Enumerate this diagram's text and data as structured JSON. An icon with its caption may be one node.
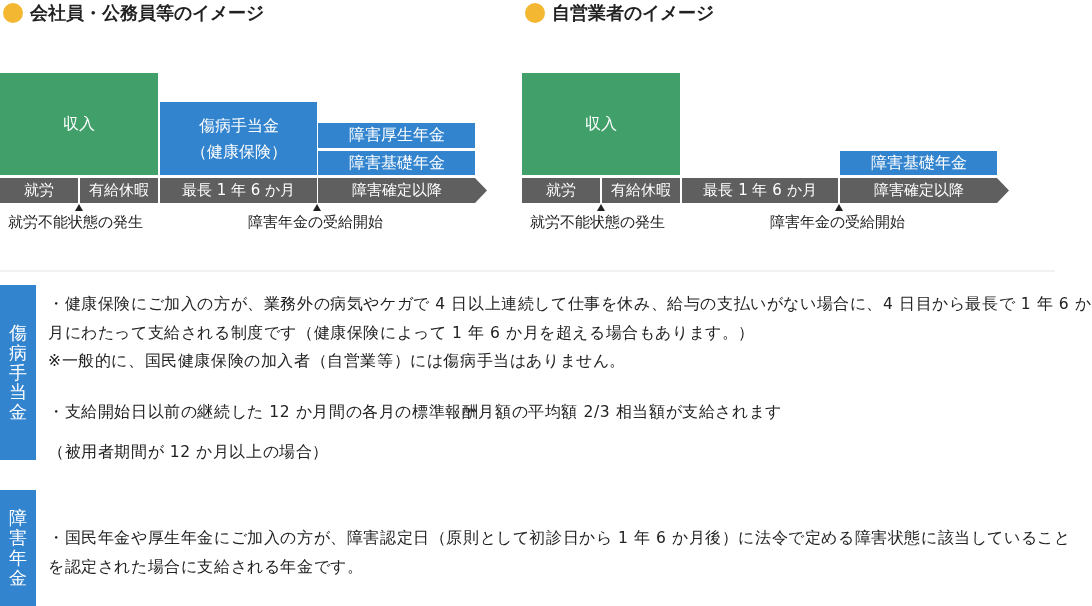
{
  "diagram": {
    "nodes": [
      {
        "text": [
          "収入"
        ]
      },
      {
        "text": [
          "傷病手当金（健康保険）"
        ]
      },
      {
        "text": [
          "障害厚生年金"
        ]
      },
      {
        "text": [
          "障害基礎年金"
        ]
      },
      {
        "text": [
          "就労"
        ]
      },
      {
        "text": [
          "有給休暇"
        ]
      },
      {
        "text": [
          "最長 1 年 6 か月"
        ]
      },
      {
        "text": [
          "障害確定以降"
        ]
      },
      {
        "text": [
          "収入"
        ]
      },
      {
        "text": [
          "障害基礎年金"
        ]
      },
      {
        "text": [
          "就労"
        ]
      },
      {
        "text": [
          "有給休暇"
        ]
      },
      {
        "text": [
          "最長 1 年 6 か月"
        ]
      },
      {
        "text": [
          "障害確定以降"
        ]
      },
      {
        "text": [
          "傷病手当金"
        ]
      },
      {
        "text": [
          "障害年金"
        ]
      }
    ],
    "labels": [
      "会社員・公務員等のイメージ",
      "自営業者のイメージ",
      "就労不能状態の発生",
      "障害年金の受給開始",
      "就労不能状態の発生",
      "障害年金の受給開始",
      "・健康保険にご加入の方が、業務外の病気やケガで 4 日以上連続して仕事を休み、給与の支払いがない場合に、4 日目から最長で 1 年 6 か月にわたって支給される制度です（健康保険によって 1 年 6 か月を超える場合もあります。）",
      "※一般的に、国民健康保険の加入者（自営業等）には傷病手当はありません。",
      "・支給開始日以前の継続した 12 か月間の各月の標準報酬月額の平均額 2/3 相当額が支給されます",
      "（被用者期間が 12 か月以上の場合）",
      "・国民年金や厚生年金にご加入の方が、障害認定日（原則として初診日から 1 年 6 か月後）に法令で定める障害状態に該当していることを認定された場合に支給される年金です。"
    ]
  }
}
